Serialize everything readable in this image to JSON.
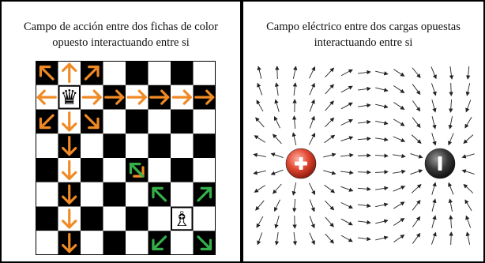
{
  "left": {
    "title_line1": "Campo de acción entre dos fichas de color",
    "title_line2": "opuesto interactuando entre si"
  },
  "right": {
    "title_line1": "Campo eléctrico entre dos cargas opuestas",
    "title_line2": "interactuando entre si"
  },
  "board": {
    "size": 8,
    "queen": {
      "row": 1,
      "col": 1,
      "glyph": "♛",
      "color": "#000000"
    },
    "bishop": {
      "row": 6,
      "col": 6,
      "glyph": "♗",
      "color": "#000000"
    },
    "queen_color": "#f08a24",
    "bishop_color": "#35b04a",
    "queen_arrows": [
      {
        "row": 0,
        "col": 0,
        "dir": "nw"
      },
      {
        "row": 0,
        "col": 1,
        "dir": "n"
      },
      {
        "row": 0,
        "col": 2,
        "dir": "ne"
      },
      {
        "row": 1,
        "col": 0,
        "dir": "w"
      },
      {
        "row": 1,
        "col": 2,
        "dir": "e"
      },
      {
        "row": 1,
        "col": 3,
        "dir": "e"
      },
      {
        "row": 1,
        "col": 4,
        "dir": "e"
      },
      {
        "row": 1,
        "col": 5,
        "dir": "e"
      },
      {
        "row": 1,
        "col": 6,
        "dir": "e"
      },
      {
        "row": 1,
        "col": 7,
        "dir": "e"
      },
      {
        "row": 2,
        "col": 0,
        "dir": "sw"
      },
      {
        "row": 2,
        "col": 1,
        "dir": "s"
      },
      {
        "row": 2,
        "col": 2,
        "dir": "se"
      },
      {
        "row": 3,
        "col": 1,
        "dir": "s"
      },
      {
        "row": 4,
        "col": 1,
        "dir": "s"
      },
      {
        "row": 5,
        "col": 1,
        "dir": "s"
      },
      {
        "row": 6,
        "col": 1,
        "dir": "s"
      },
      {
        "row": 7,
        "col": 1,
        "dir": "s"
      },
      {
        "row": 4,
        "col": 4,
        "dir": "se"
      }
    ],
    "bishop_arrows": [
      {
        "row": 5,
        "col": 5,
        "dir": "nw"
      },
      {
        "row": 5,
        "col": 7,
        "dir": "ne"
      },
      {
        "row": 7,
        "col": 5,
        "dir": "sw"
      },
      {
        "row": 7,
        "col": 7,
        "dir": "se"
      },
      {
        "row": 4,
        "col": 4,
        "dir": "nw"
      }
    ]
  },
  "charges": {
    "positive": {
      "symbol": "+",
      "color": "#e0462f"
    },
    "negative": {
      "symbol": "−",
      "color": "#3a3a3a"
    },
    "arrow_color": "#222222"
  }
}
